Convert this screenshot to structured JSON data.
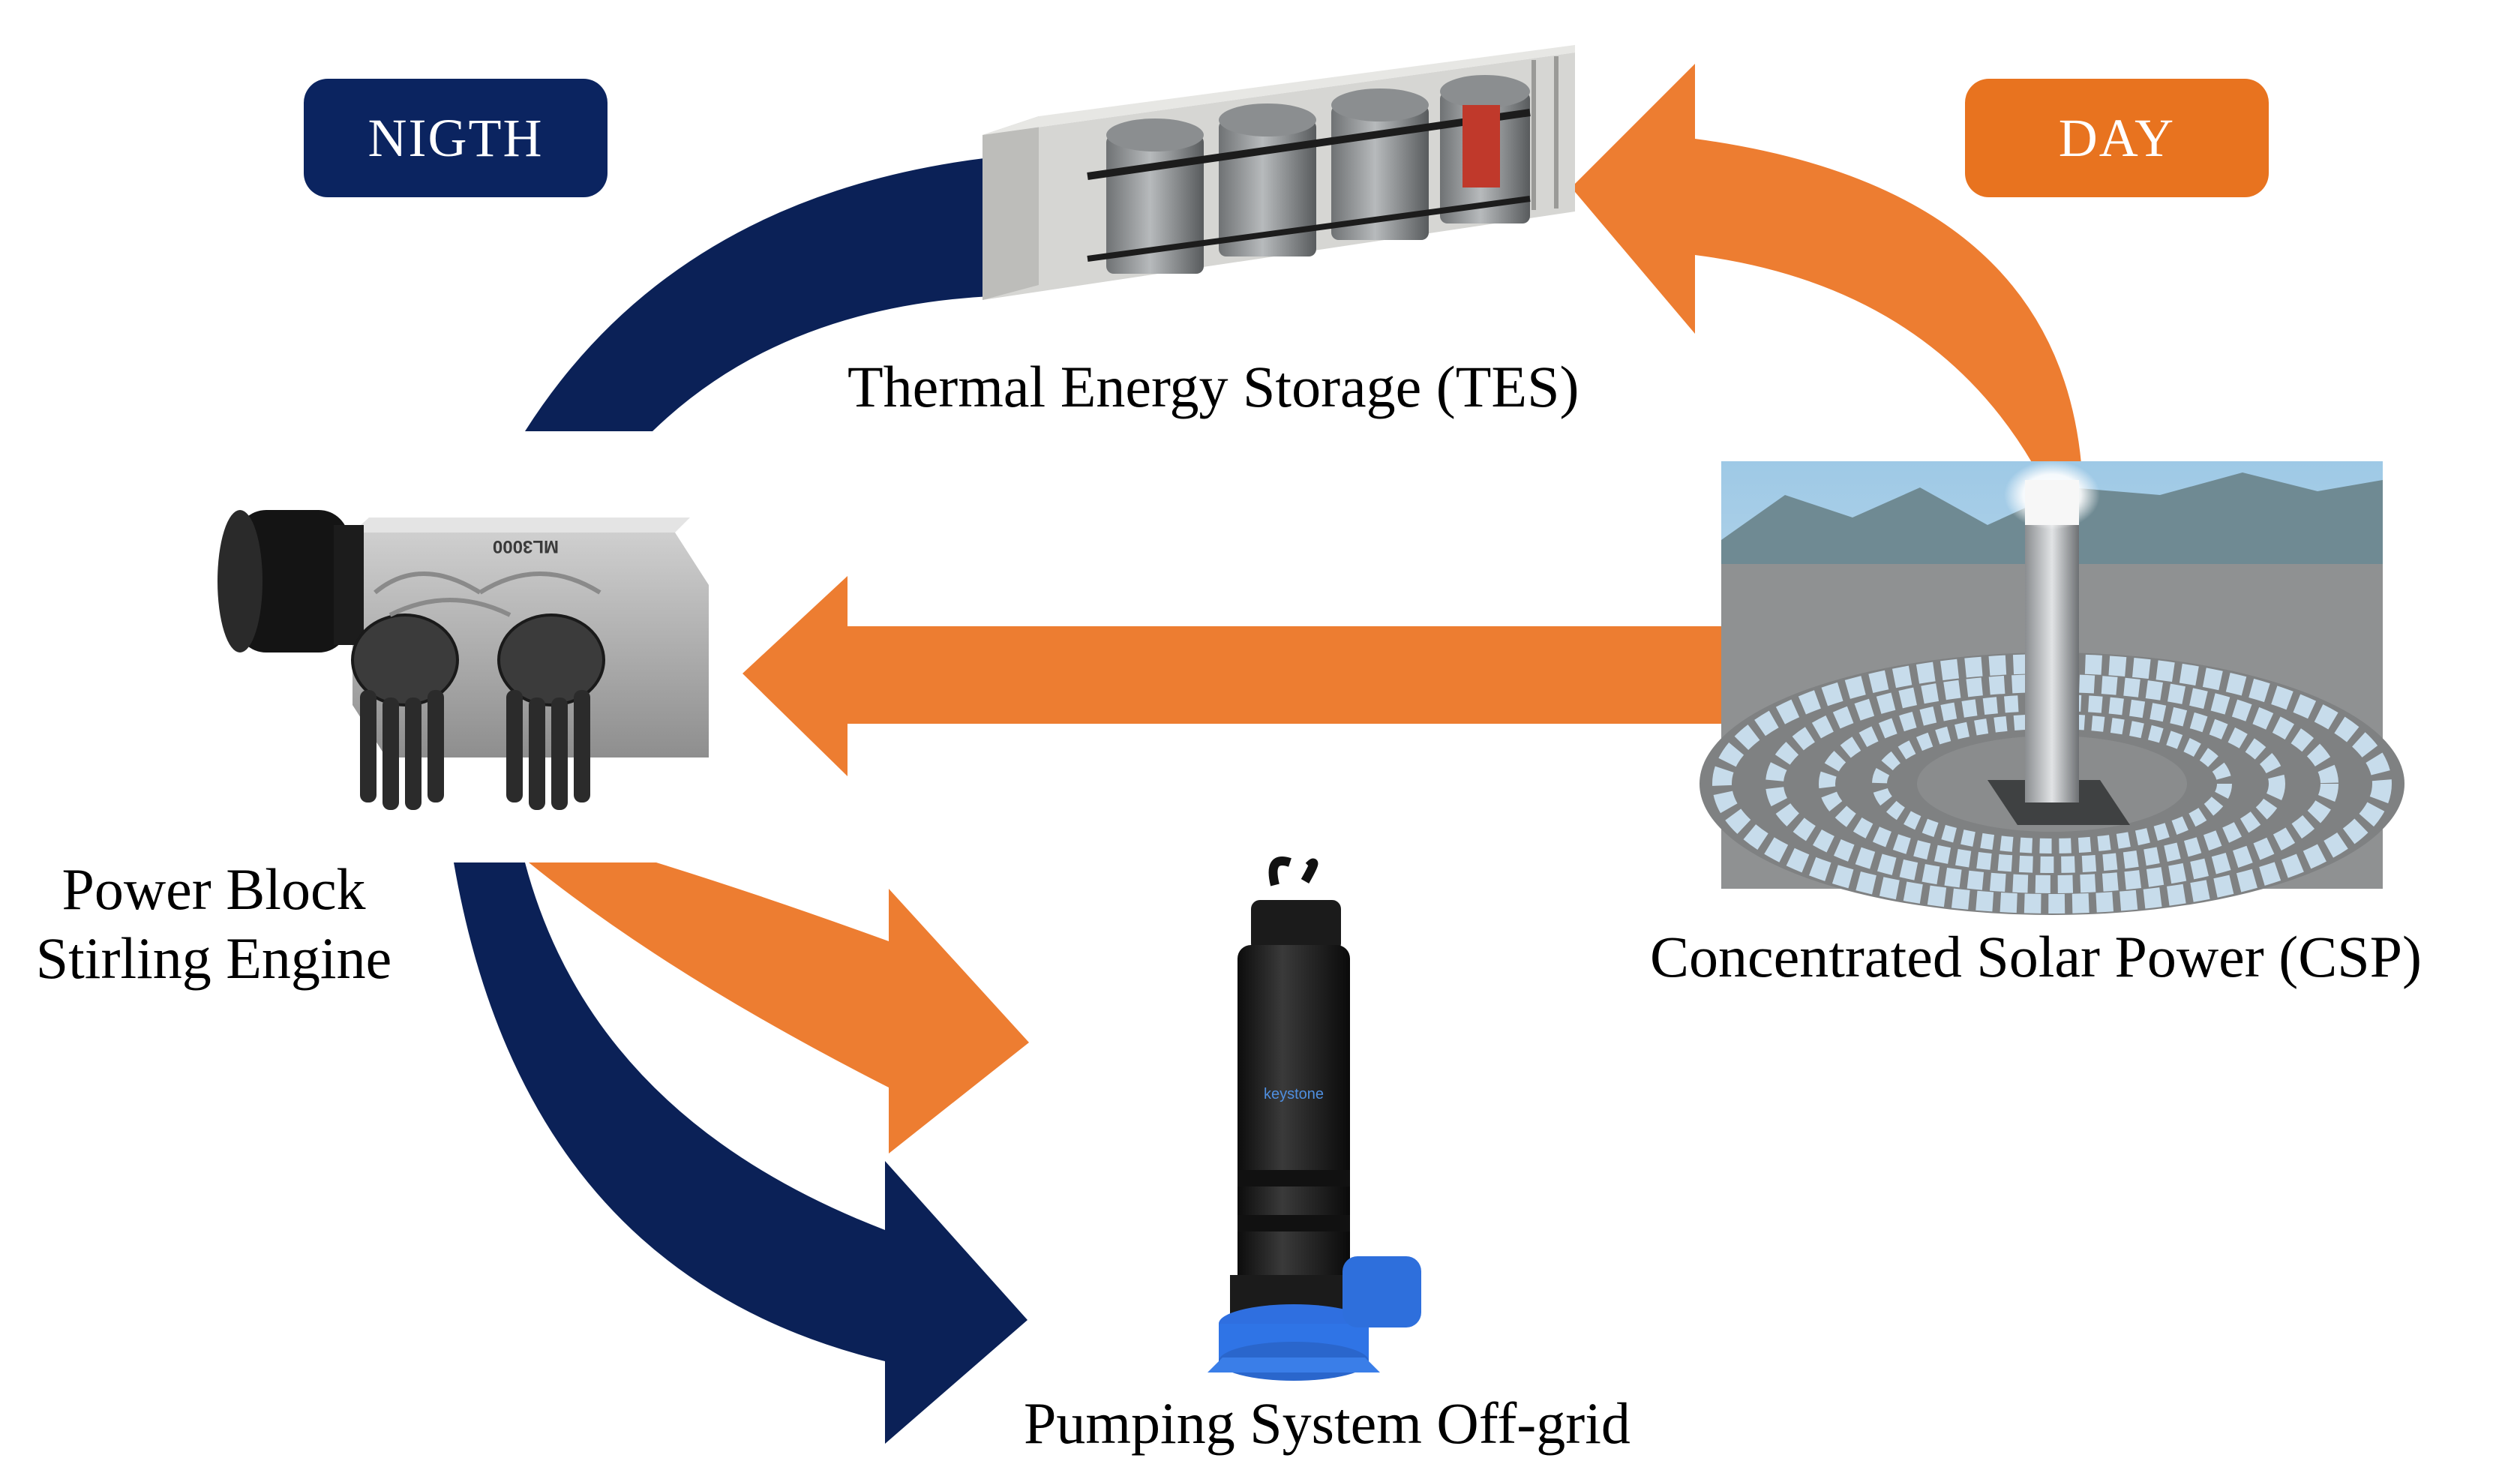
{
  "badges": {
    "night": {
      "label": "NIGTH",
      "color": "#0b2460"
    },
    "day": {
      "label": "DAY",
      "color": "#e8731f"
    }
  },
  "components": {
    "tes": {
      "label": "Thermal Energy Storage (TES)"
    },
    "csp": {
      "label": "Concentrated Solar Power (CSP)"
    },
    "power_block": {
      "line1": "Power Block",
      "line2": "Stirling Engine"
    },
    "pump": {
      "label": "Pumping System Off-grid"
    }
  },
  "equipment_marks": {
    "engine_model": "ML3000",
    "pump_brand": "keystone"
  },
  "colors": {
    "night_arrow": "#0b2157",
    "day_arrow": "#ed7d31",
    "text": "#000000"
  }
}
